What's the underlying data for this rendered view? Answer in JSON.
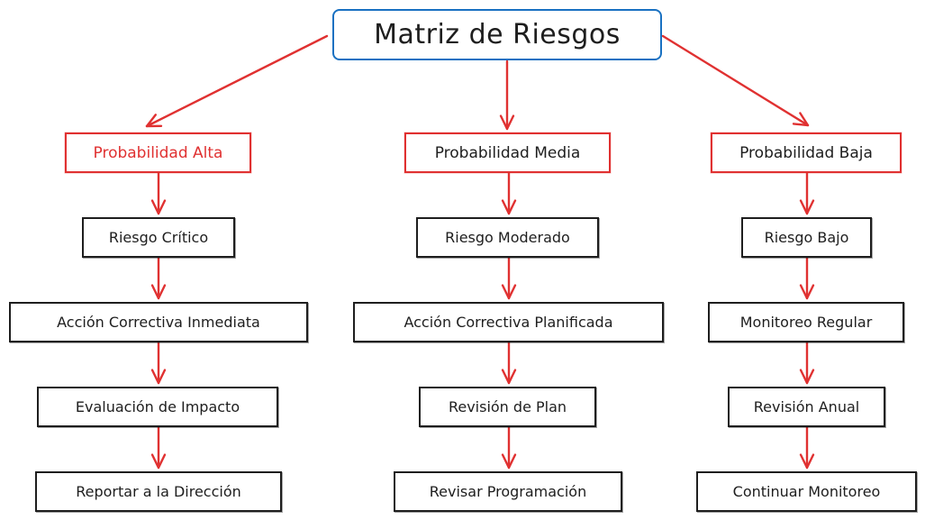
{
  "diagram": {
    "title": "Matriz de Riesgos",
    "colors": {
      "root_border": "#1971c2",
      "category_border": "#e03131",
      "arrow": "#e03131",
      "node_border": "#1e1e1e",
      "highlight_text": "#e03131"
    },
    "columns": [
      {
        "category": "Probabilidad Alta",
        "category_text_highlighted": true,
        "steps": [
          "Riesgo Crítico",
          "Acción Correctiva Inmediata",
          "Evaluación de Impacto",
          "Reportar a la Dirección"
        ]
      },
      {
        "category": "Probabilidad Media",
        "category_text_highlighted": false,
        "steps": [
          "Riesgo Moderado",
          "Acción Correctiva Planificada",
          "Revisión de Plan",
          "Revisar Programación"
        ]
      },
      {
        "category": "Probabilidad Baja",
        "category_text_highlighted": false,
        "steps": [
          "Riesgo Bajo",
          "Monitoreo Regular",
          "Revisión Anual",
          "Continuar Monitoreo"
        ]
      }
    ]
  }
}
